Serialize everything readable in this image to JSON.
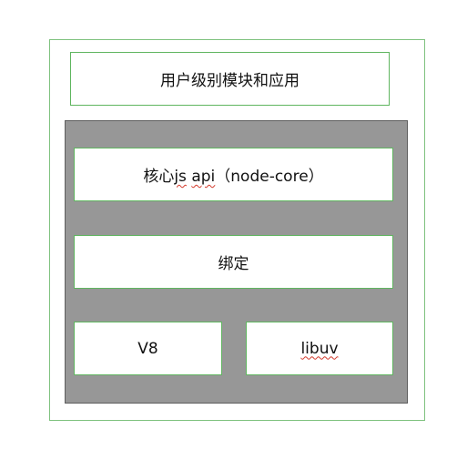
{
  "diagram": {
    "app_layer": {
      "label": "用户级别模块和应用"
    },
    "core_api": {
      "prefix": "核心",
      "js_word": "js",
      "api_word": "api",
      "suffix": "（node-core）"
    },
    "binding": {
      "label": "绑定"
    },
    "v8": {
      "label": "V8"
    },
    "libuv": {
      "label": "libuv"
    },
    "colors": {
      "box_border": "#7fc27f",
      "panel_fill": "#979797",
      "spellcheck_underline": "#d33a2c"
    }
  }
}
